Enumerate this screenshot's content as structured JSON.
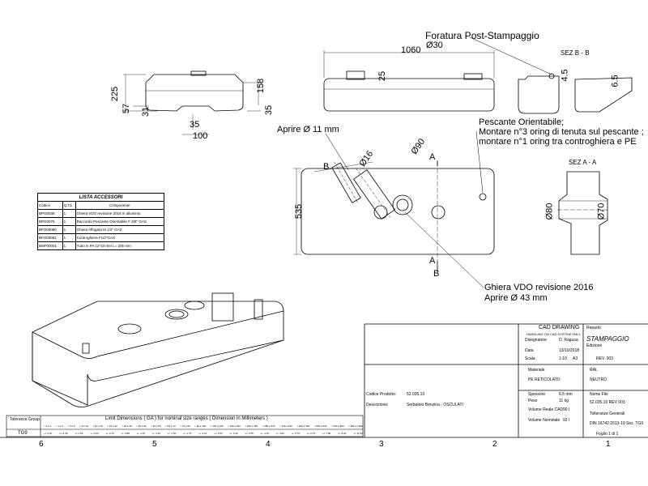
{
  "dims": {
    "len_1060": "1060",
    "dia_30": "Ø30",
    "h_225": "225",
    "h_158": "158",
    "h_57": "57",
    "h_31": "31",
    "h_35a": "35",
    "h_35b": "35",
    "h_100": "100",
    "h_25": "25",
    "h_535": "535",
    "d_16": "Ø16",
    "d_90": "Ø90",
    "d_80": "Ø80",
    "d_70": "Ø70",
    "d_45": "4.5",
    "d_65": "6.5",
    "sec_a1": "A",
    "sec_a2": "A",
    "sec_b1": "B",
    "sec_b2": "B"
  },
  "annotations": {
    "foratura": "Foratura Post-Stampaggio",
    "sez_bb": "SEZ B - B",
    "sez_aa": "SEZ A - A",
    "pescante_1": "Pescante Orientabile;",
    "pescante_2": "Montare n°3 oring di tenuta sul pescante ;",
    "pescante_3": "montare n°1 oring tra controghiera e PE",
    "aprire": "Aprire Ø 11 mm",
    "ghiera_1": "Ghiera VDO revisione 2016",
    "ghiera_2": "Aprire Ø 43 mm"
  },
  "accessori": {
    "title": "LISTA ACCESSORI",
    "headers": [
      "Codice",
      "Q.Tà",
      "Componente"
    ],
    "rows": [
      [
        "BPG0038",
        "1",
        "Ghiera VDO revisione 2016 in alluminio"
      ],
      [
        "BPG0076",
        "1",
        "Raccordo Pescante Orientabile F 3/8\" GAS"
      ],
      [
        "BFO00080",
        "1",
        "Ghiera Affogata M 1/2\" GAS"
      ],
      [
        "BFO00081",
        "1",
        "Controghiera F1/2\"GAS"
      ],
      [
        "BMF00001",
        "1",
        "Tubo in PA 12*10 mm L= 205 mm"
      ]
    ]
  },
  "title_block": {
    "cad": "CAD DRAWING",
    "cad_sub": "HANDLING ON CAD SYSTEM ONLY",
    "reparto_label": "Reparto",
    "reparto_value": "STAMPAGGIO",
    "disegnatore_label": "Disegnatore",
    "disegnatore_value": "D. Ragusa",
    "edizione_label": "Edizione",
    "data_label": "Data",
    "data_value": "13/10/2018",
    "rev": "REV. 003",
    "scala_label": "Scala",
    "scala_value": "1:10",
    "format": "A3",
    "materiale_label": "Materiale",
    "materiale_value": "PE RETICOLATO",
    "ral_label": "RAL",
    "ral_value": "NEUTRO",
    "codice_label": "Codice Prodotto:",
    "codice_value": "52.035.10",
    "nome_file_label": "Nome File",
    "nome_file_value": "52.035.10 REV 003",
    "descrizione_label": "Descrizione:",
    "descrizione_value": "Serbatoio Benzina  - OSCULATI",
    "spessore_label": "Spessore",
    "spessore_value": "6.5 mm",
    "peso_label": "Peso",
    "peso_value": "11 kg",
    "vol_cad_label": "Volume Reale CAD",
    "vol_cad_value": "90 l",
    "vol_nom_label": "Volume Nominale",
    "vol_nom_value": "93 l",
    "tolleranze_label": "Tolleranze Generali",
    "tolleranze_value": "DIN 16742:2013-10 Sez. TG9",
    "foglio": "Foglio 1 di 1"
  },
  "tolerance": {
    "group_label": "Tolerance Group",
    "title": "Limit Dimensions ( GA ) for nominal size ranges ( Dimension in Millimeters )",
    "row_label": "TG9",
    "ranges": [
      "> 0 ≤ 1",
      "> 1 ≤ 3",
      "> 3 ≤ 6",
      "> 6 ≤ 10",
      "> 10 ≤ 15",
      "> 15 ≤ 22",
      "> 22 ≤ 30",
      "> 30 ≤ 40",
      "> 40 ≤ 53",
      "> 53 ≤ 70",
      "> 70 ≤ 90",
      "> 90 ≤ 120",
      "> 120 ≤ 160",
      "> 160 ≤ 200",
      "> 200 ≤ 250",
      "> 250 ≤ 315",
      "> 315 ≤ 400",
      "> 400 ≤ 500",
      "> 500 ≤ 630",
      "> 630 ≤ 800",
      "> 800 ≤ 1000"
    ],
    "values": [
      "+/- 0.40",
      "+/- 0.48",
      "+/- 0.56",
      "+/- 0.64",
      "+/- 0.76",
      "+/- 0.88",
      "+/- 1.05",
      "+/- 1.25",
      "+/- 1.50",
      "+/- 1.75",
      "+/- 2.10",
      "+/- 2.50",
      "+/- 3.00",
      "+/- 3.55",
      "+/- 4.15",
      "+/- 4.90",
      "+/- 5.75",
      "+/- 6.75",
      "+/- 7.80",
      "+/- 9.00",
      "+/- 11.50"
    ]
  },
  "zones": [
    "6",
    "5",
    "4",
    "3",
    "2",
    "1"
  ]
}
